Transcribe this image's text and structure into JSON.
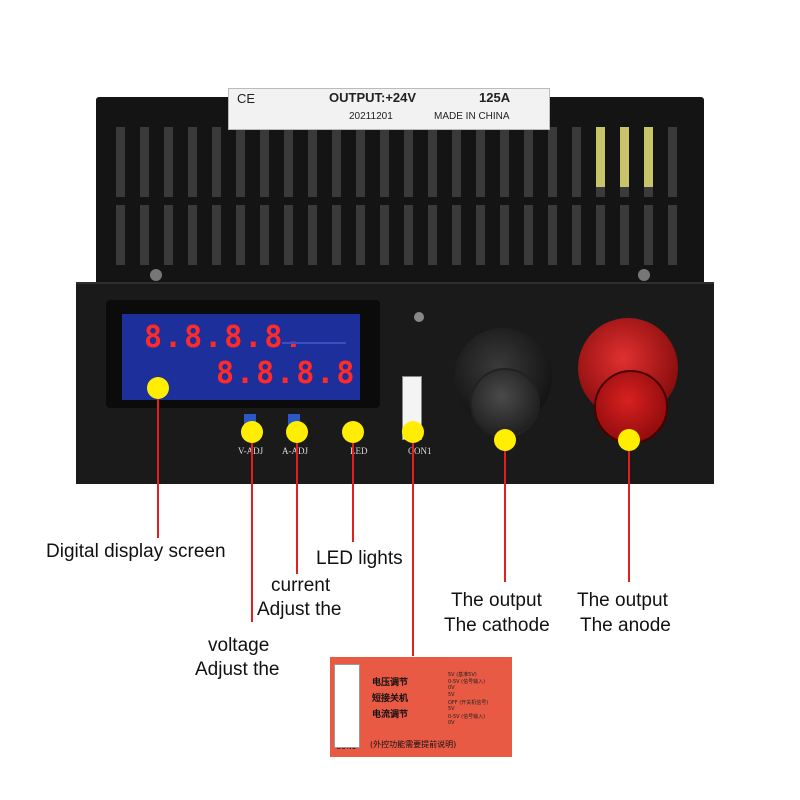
{
  "sticker": {
    "output_label": "OUTPUT:+24V",
    "current_label": "125A",
    "date_code": "20211201",
    "origin": "MADE IN CHINA"
  },
  "display": {
    "top_digits": "8.8.8.8.",
    "bottom_digits": "8.8.8.8"
  },
  "panel_silkscreen": {
    "v_adj": "V-ADJ",
    "a_adj": "A-ADJ",
    "led": "LED",
    "con1": "CON1"
  },
  "callouts": {
    "display": "Digital display screen",
    "led": "LED lights",
    "current_line1": "current",
    "current_line2": "Adjust the",
    "voltage_line1": "voltage",
    "voltage_line2": "Adjust the",
    "cathode_line1": "The output",
    "cathode_line2": "The cathode",
    "anode_line1": "The output",
    "anode_line2": "The anode"
  },
  "legend": {
    "connector_label": "CON1",
    "voltage_adjust": "电压调节",
    "short_shutdown": "短接关机",
    "current_adjust": "电流调节",
    "note": "(外控功能需要提前说明)",
    "signals": [
      "5V (基准5V)",
      "0-5V (信号输入)",
      "0V",
      "5V",
      "OFF (开关机信号)",
      "5V",
      "0-5V (信号输入)",
      "0V"
    ]
  },
  "colors": {
    "marker": "#ffee00",
    "leader": "#e41e1e",
    "display_bg": "#1c2f9a",
    "segment": "#ff2a2a",
    "legend_bg": "#e85a44"
  }
}
